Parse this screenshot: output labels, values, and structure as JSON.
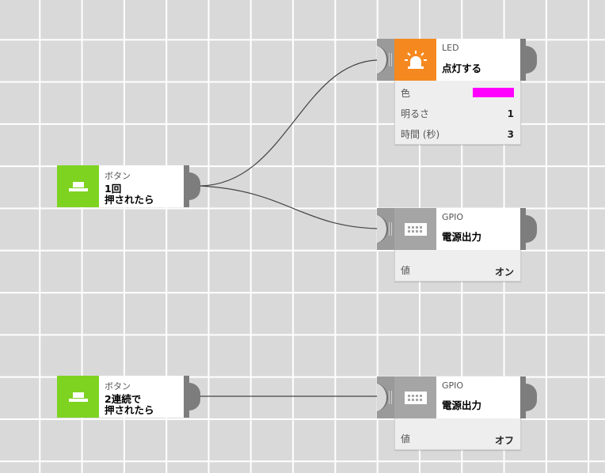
{
  "colors": {
    "button_tile": "#7ed321",
    "led_tile": "#f5891f",
    "gpio_tile": "#a5a5a5",
    "led_color": "#ff00ff"
  },
  "blocks": {
    "button1": {
      "category": "ボタン",
      "title_line1": "1回",
      "title_line2": "押されたら",
      "icon": "push-button-icon"
    },
    "button2": {
      "category": "ボタン",
      "title_line1": "2連続で",
      "title_line2": "押されたら",
      "icon": "push-button-icon"
    },
    "led": {
      "category": "LED",
      "title": "点灯する",
      "icon": "alarm-light-icon",
      "params": [
        {
          "label": "色",
          "value": ""
        },
        {
          "label": "明るさ",
          "value": "1"
        },
        {
          "label": "時間 (秒)",
          "value": "3"
        }
      ]
    },
    "gpio1": {
      "category": "GPIO",
      "title": "電源出力",
      "icon": "gpio-connector-icon",
      "params": [
        {
          "label": "値",
          "value": "オン"
        }
      ]
    },
    "gpio2": {
      "category": "GPIO",
      "title": "電源出力",
      "icon": "gpio-connector-icon",
      "params": [
        {
          "label": "値",
          "value": "オフ"
        }
      ]
    }
  }
}
